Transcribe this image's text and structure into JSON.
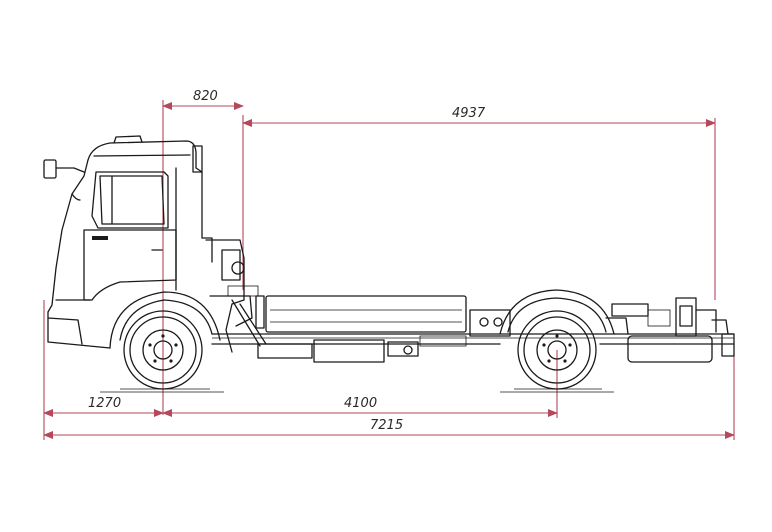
{
  "dimensions": {
    "cab_offset": "820",
    "frame_rear": "4937",
    "front_overhang": "1270",
    "wheelbase": "4100",
    "overall_length": "7215"
  },
  "colors": {
    "dimension_line": "#b5485d",
    "drawing_ink": "#1a1a1a",
    "background": "#ffffff"
  }
}
